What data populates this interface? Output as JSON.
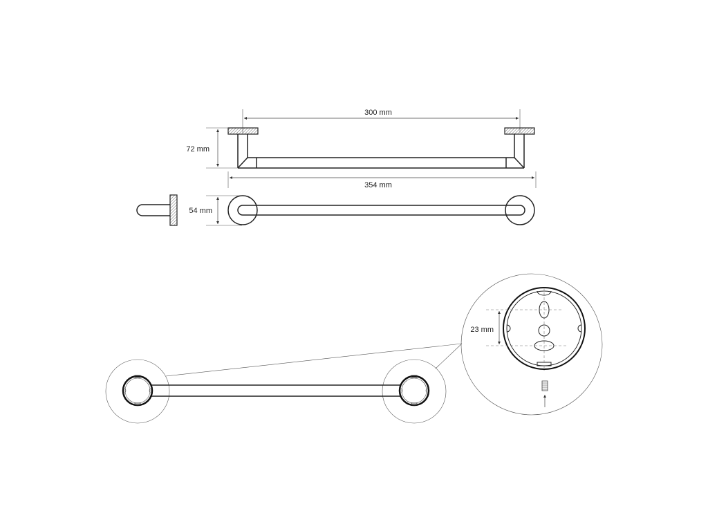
{
  "dimensions": {
    "length_300": "300 mm",
    "height_72": "72 mm",
    "length_354": "354 mm",
    "depth_54": "54 mm",
    "hole_23": "23 mm"
  }
}
